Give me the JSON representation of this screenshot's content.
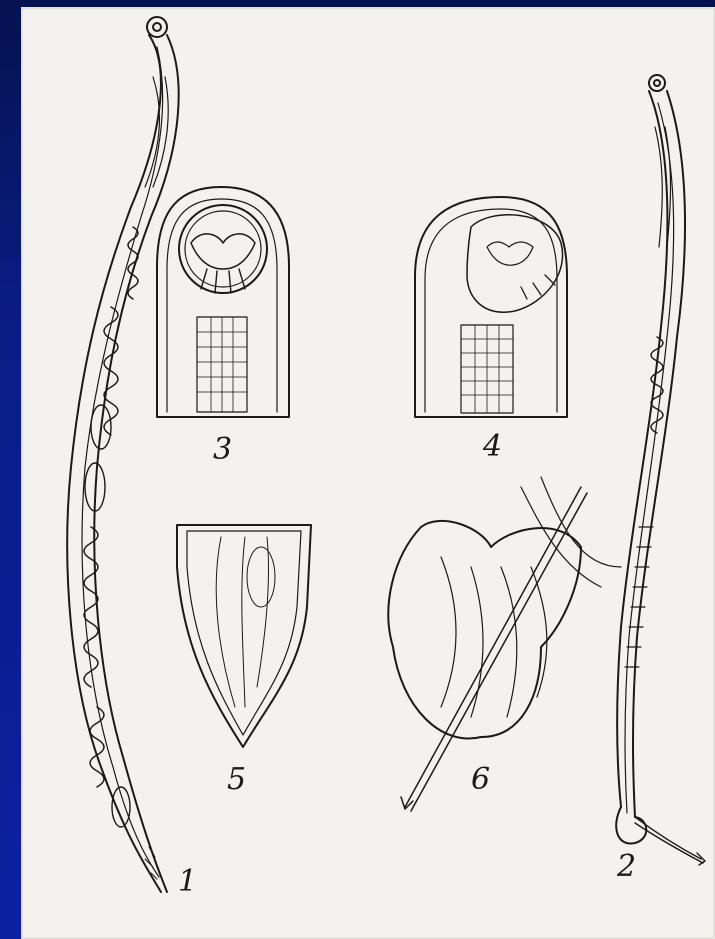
{
  "figure": {
    "labels": {
      "fig1": "1",
      "fig2": "2",
      "fig3": "3",
      "fig4": "4",
      "fig5": "5",
      "fig6": "6"
    },
    "colors": {
      "background": "#0b1f9c",
      "paper": "#f4f2ee",
      "ink": "#1a1a1a"
    }
  }
}
